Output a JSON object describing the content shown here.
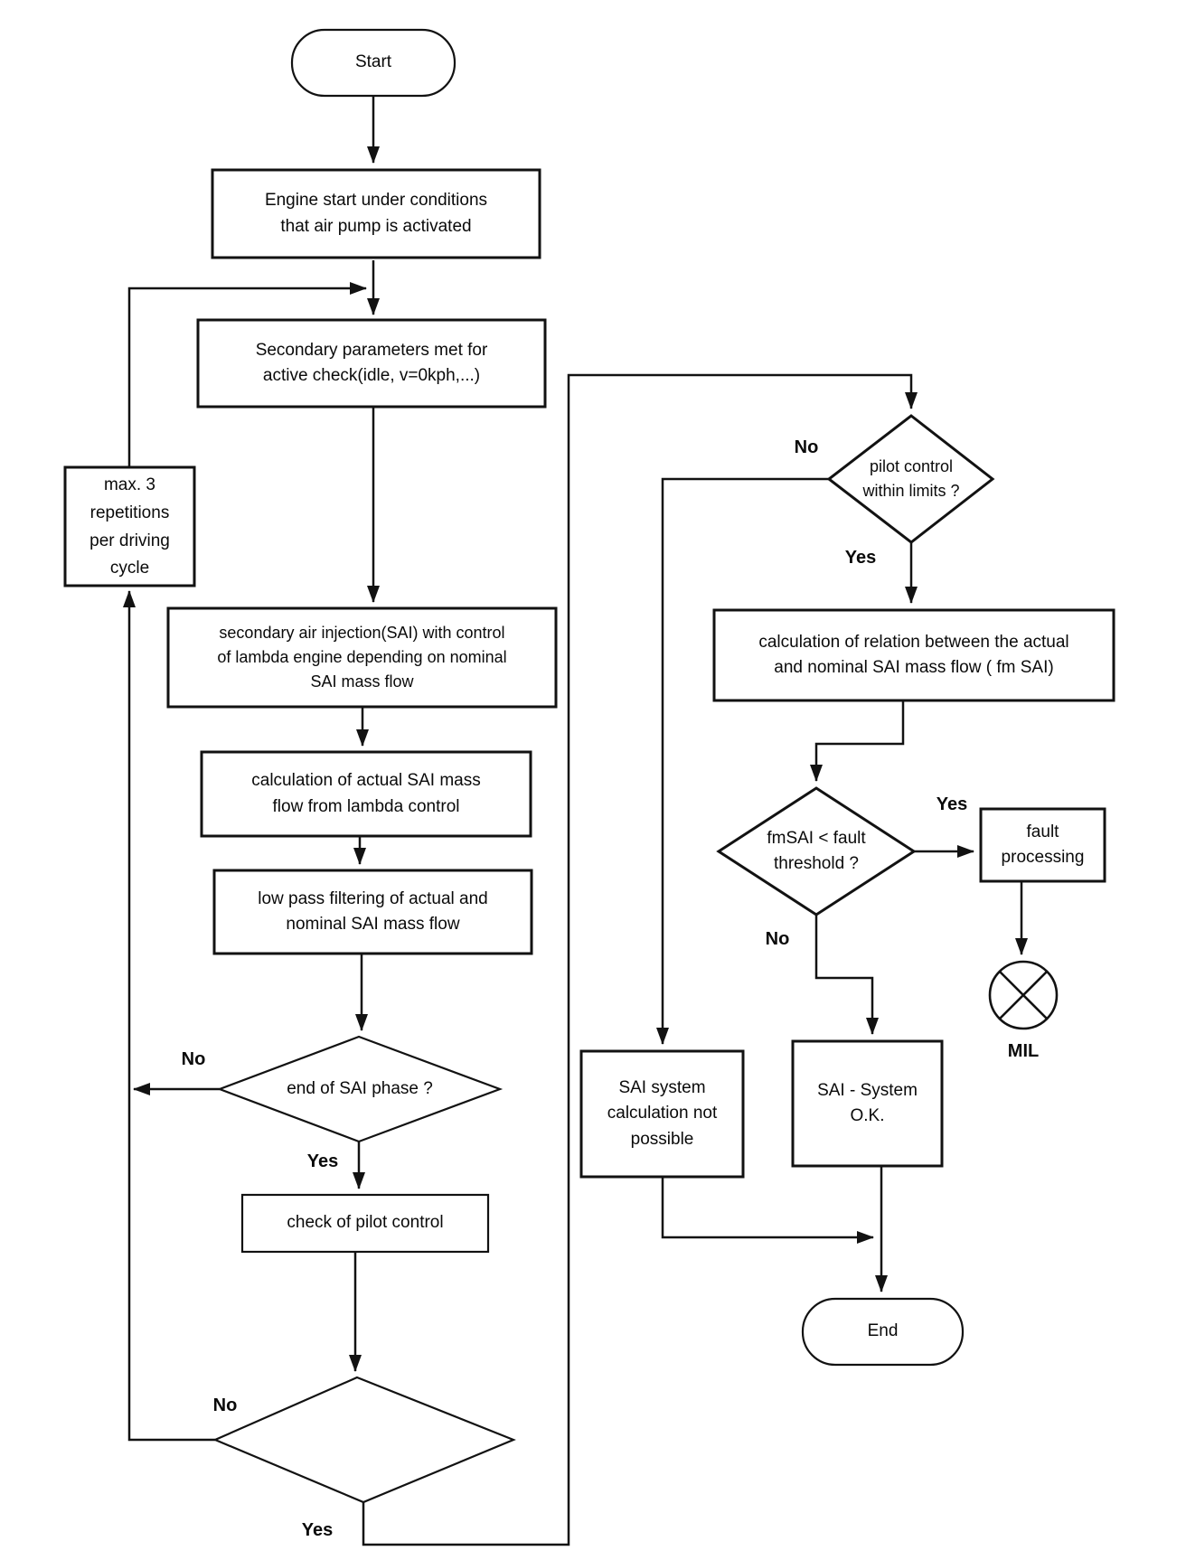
{
  "diagram": {
    "colors": {
      "background": "#ffffff",
      "line": "#121212",
      "text": "#0a0a0a"
    },
    "nodes": {
      "start": {
        "type": "terminator",
        "label": "Start"
      },
      "engine_start": {
        "type": "process",
        "label": "Engine start under conditions\nthat air pump is activated"
      },
      "secondary_params": {
        "type": "process",
        "label": "Secondary parameters met for\nactive check(idle, v=0kph,...)"
      },
      "max_repetitions": {
        "type": "process",
        "label": "max. 3\nrepetitions\nper driving\ncycle"
      },
      "sai_injection": {
        "type": "process",
        "label": "secondary air injection(SAI) with control\nof lambda engine depending on nominal\nSAI mass flow"
      },
      "calc_actual_flow": {
        "type": "process",
        "label": "calculation of actual SAI mass\nflow from lambda control"
      },
      "low_pass_filter": {
        "type": "process",
        "label": "low pass filtering of actual and\nnominal SAI mass flow"
      },
      "end_sai_phase": {
        "type": "decision",
        "label": "end of SAI phase ?"
      },
      "check_pilot": {
        "type": "process",
        "label": "check of pilot control"
      },
      "repeat_decision": {
        "type": "decision",
        "label": ""
      },
      "pilot_within_limits": {
        "type": "decision",
        "label": "pilot control\nwithin limits ?"
      },
      "calc_relation": {
        "type": "process",
        "label": "calculation of relation between the actual\nand nominal SAI mass flow ( fm SAI)"
      },
      "fmsai_threshold": {
        "type": "decision",
        "label": "fmSAI < fault\nthreshold ?"
      },
      "fault_processing": {
        "type": "process",
        "label": "fault\nprocessing"
      },
      "mil": {
        "type": "indicator",
        "label": "MIL"
      },
      "sai_calc_not_possible": {
        "type": "process",
        "label": "SAI system\ncalculation not\npossible"
      },
      "sai_system_ok": {
        "type": "process",
        "label": "SAI - System\nO.K."
      },
      "end": {
        "type": "terminator",
        "label": "End"
      }
    },
    "edge_labels": {
      "end_sai_no": "No",
      "end_sai_yes": "Yes",
      "repeat_no": "No",
      "repeat_yes": "Yes",
      "pilot_no": "No",
      "pilot_yes": "Yes",
      "fmsai_yes": "Yes",
      "fmsai_no": "No"
    }
  }
}
